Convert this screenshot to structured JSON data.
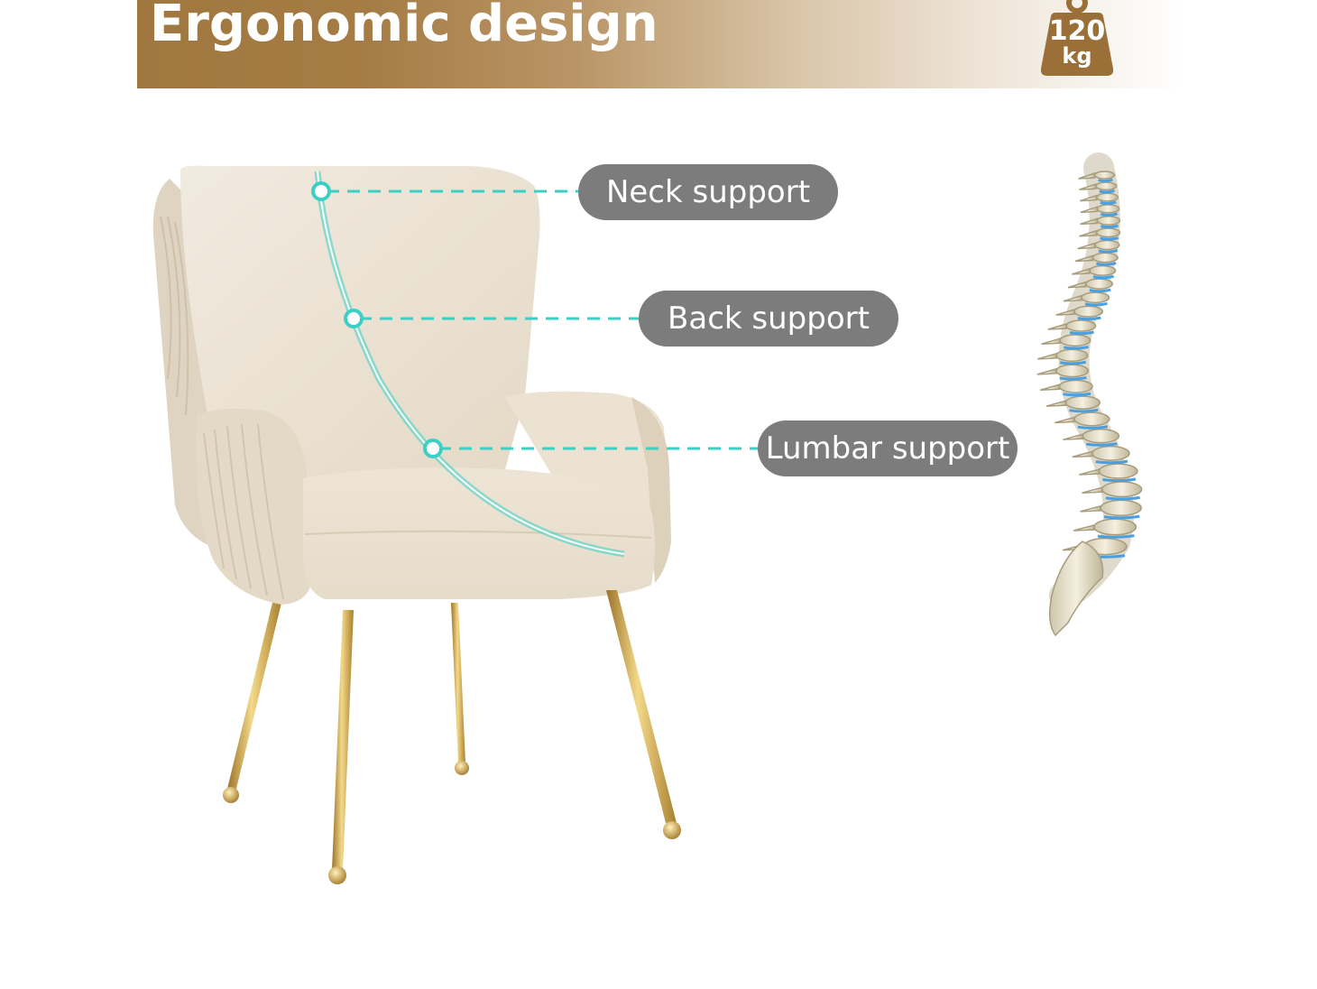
{
  "banner": {
    "title": "Ergonomic design",
    "weight_capacity": {
      "value": "120",
      "unit": "kg",
      "icon": "weight-icon"
    }
  },
  "callouts": [
    {
      "label": "Neck support"
    },
    {
      "label": "Back support"
    },
    {
      "label": "Lumbar support"
    }
  ],
  "colors": {
    "banner_brown": "#a0773f",
    "callout_gray": "#7c7c7c",
    "guide_teal": "#3ccfc4",
    "chair_fabric": "#efe7d9",
    "leg_gold": "#d4a84a"
  }
}
